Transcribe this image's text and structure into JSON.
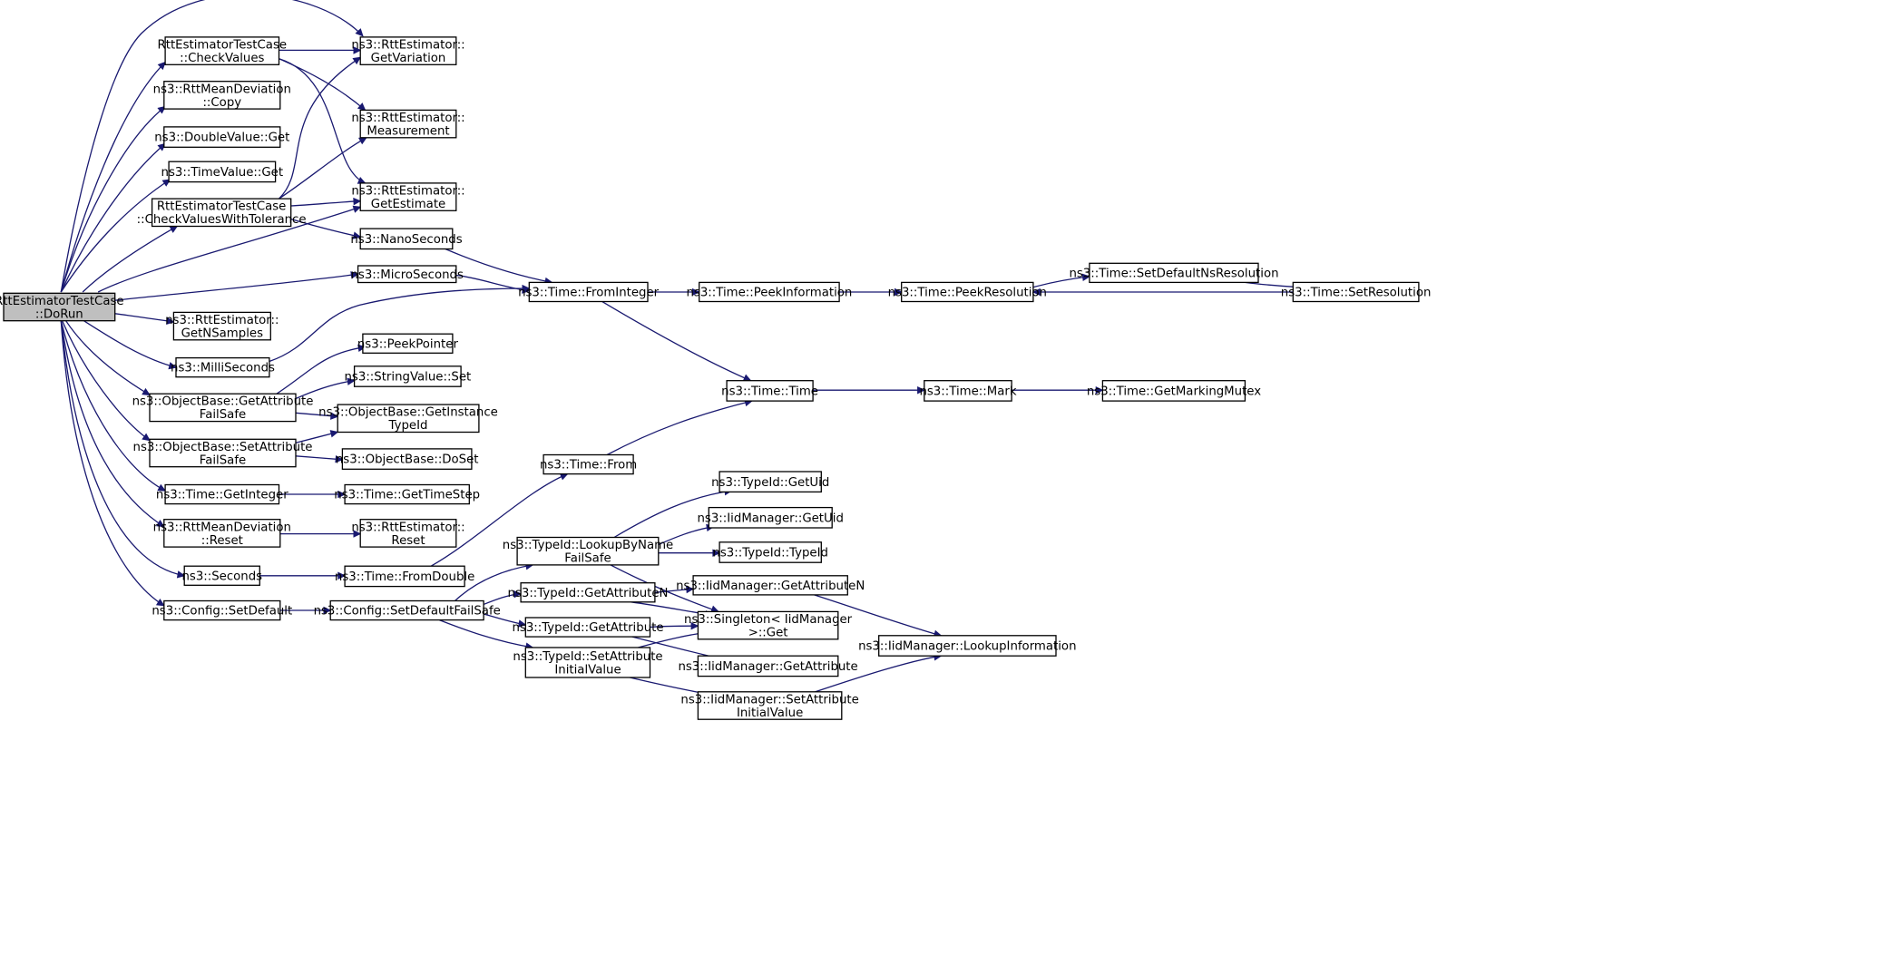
{
  "colors": {
    "edge": "#191970",
    "root_fill": "#bfbfbf",
    "node_fill": "#ffffff",
    "node_stroke": "#000000"
  },
  "nodes": {
    "n_dorun": [
      "RttEstimatorTestCase",
      "::DoRun"
    ],
    "n_checkvalues": [
      "RttEstimatorTestCase",
      "::CheckValues"
    ],
    "n_copy": [
      "ns3::RttMeanDeviation",
      "::Copy"
    ],
    "n_dvget": [
      "ns3::DoubleValue::Get"
    ],
    "n_tvget": [
      "ns3::TimeValue::Get"
    ],
    "n_cvtol": [
      "RttEstimatorTestCase",
      "::CheckValuesWithTolerance"
    ],
    "n_getvariation": [
      "ns3::RttEstimator::",
      "GetVariation"
    ],
    "n_measurement": [
      "ns3::RttEstimator::",
      "Measurement"
    ],
    "n_getestimate": [
      "ns3::RttEstimator::",
      "GetEstimate"
    ],
    "n_nanoseconds": [
      "ns3::NanoSeconds"
    ],
    "n_microseconds": [
      "ns3::MicroSeconds"
    ],
    "n_getnsamples": [
      "ns3::RttEstimator::",
      "GetNSamples"
    ],
    "n_milliseconds": [
      "ns3::MilliSeconds"
    ],
    "n_getattrfs": [
      "ns3::ObjectBase::GetAttribute",
      "FailSafe"
    ],
    "n_setattrfs": [
      "ns3::ObjectBase::SetAttribute",
      "FailSafe"
    ],
    "n_peekpointer": [
      "ns3::PeekPointer"
    ],
    "n_stringset": [
      "ns3::StringValue::Set"
    ],
    "n_getinstancetypeid": [
      "ns3::ObjectBase::GetInstance",
      "TypeId"
    ],
    "n_doset": [
      "ns3::ObjectBase::DoSet"
    ],
    "n_getinteger": [
      "ns3::Time::GetInteger"
    ],
    "n_gettimestep": [
      "ns3::Time::GetTimeStep"
    ],
    "n_rmdreset": [
      "ns3::RttMeanDeviation",
      "::Reset"
    ],
    "n_rereset": [
      "ns3::RttEstimator::",
      "Reset"
    ],
    "n_seconds": [
      "ns3::Seconds"
    ],
    "n_fromdouble": [
      "ns3::Time::FromDouble"
    ],
    "n_setdefault": [
      "ns3::Config::SetDefault"
    ],
    "n_setdefaultfs": [
      "ns3::Config::SetDefaultFailSafe"
    ],
    "n_frominteger": [
      "ns3::Time::FromInteger"
    ],
    "n_from": [
      "ns3::Time::From"
    ],
    "n_lookupbyname": [
      "ns3::TypeId::LookupByName",
      "FailSafe"
    ],
    "n_getattributen": [
      "ns3::TypeId::GetAttributeN"
    ],
    "n_getattribute": [
      "ns3::TypeId::GetAttribute"
    ],
    "n_setattrinit": [
      "ns3::TypeId::SetAttribute",
      "InitialValue"
    ],
    "n_peekinformation": [
      "ns3::Time::PeekInformation"
    ],
    "n_time": [
      "ns3::Time::Time"
    ],
    "n_getuid": [
      "ns3::TypeId::GetUid"
    ],
    "n_iidgetuid": [
      "ns3::IidManager::GetUid"
    ],
    "n_typeid": [
      "ns3::TypeId::TypeId"
    ],
    "n_iidgetattrn": [
      "ns3::IidManager::GetAttributeN"
    ],
    "n_singletonget": [
      "ns3::Singleton< IidManager",
      ">::Get"
    ],
    "n_iidgetattr": [
      "ns3::IidManager::GetAttribute"
    ],
    "n_iidsetattrinit": [
      "ns3::IidManager::SetAttribute",
      "InitialValue"
    ],
    "n_peekresolution": [
      "ns3::Time::PeekResolution"
    ],
    "n_mark": [
      "ns3::Time::Mark"
    ],
    "n_lookupinformation": [
      "ns3::IidManager::LookupInformation"
    ],
    "n_setdefaultnsres": [
      "ns3::Time::SetDefaultNsResolution"
    ],
    "n_setresolution": [
      "ns3::Time::SetResolution"
    ],
    "n_getmarkingmutex": [
      "ns3::Time::GetMarkingMutex"
    ]
  }
}
